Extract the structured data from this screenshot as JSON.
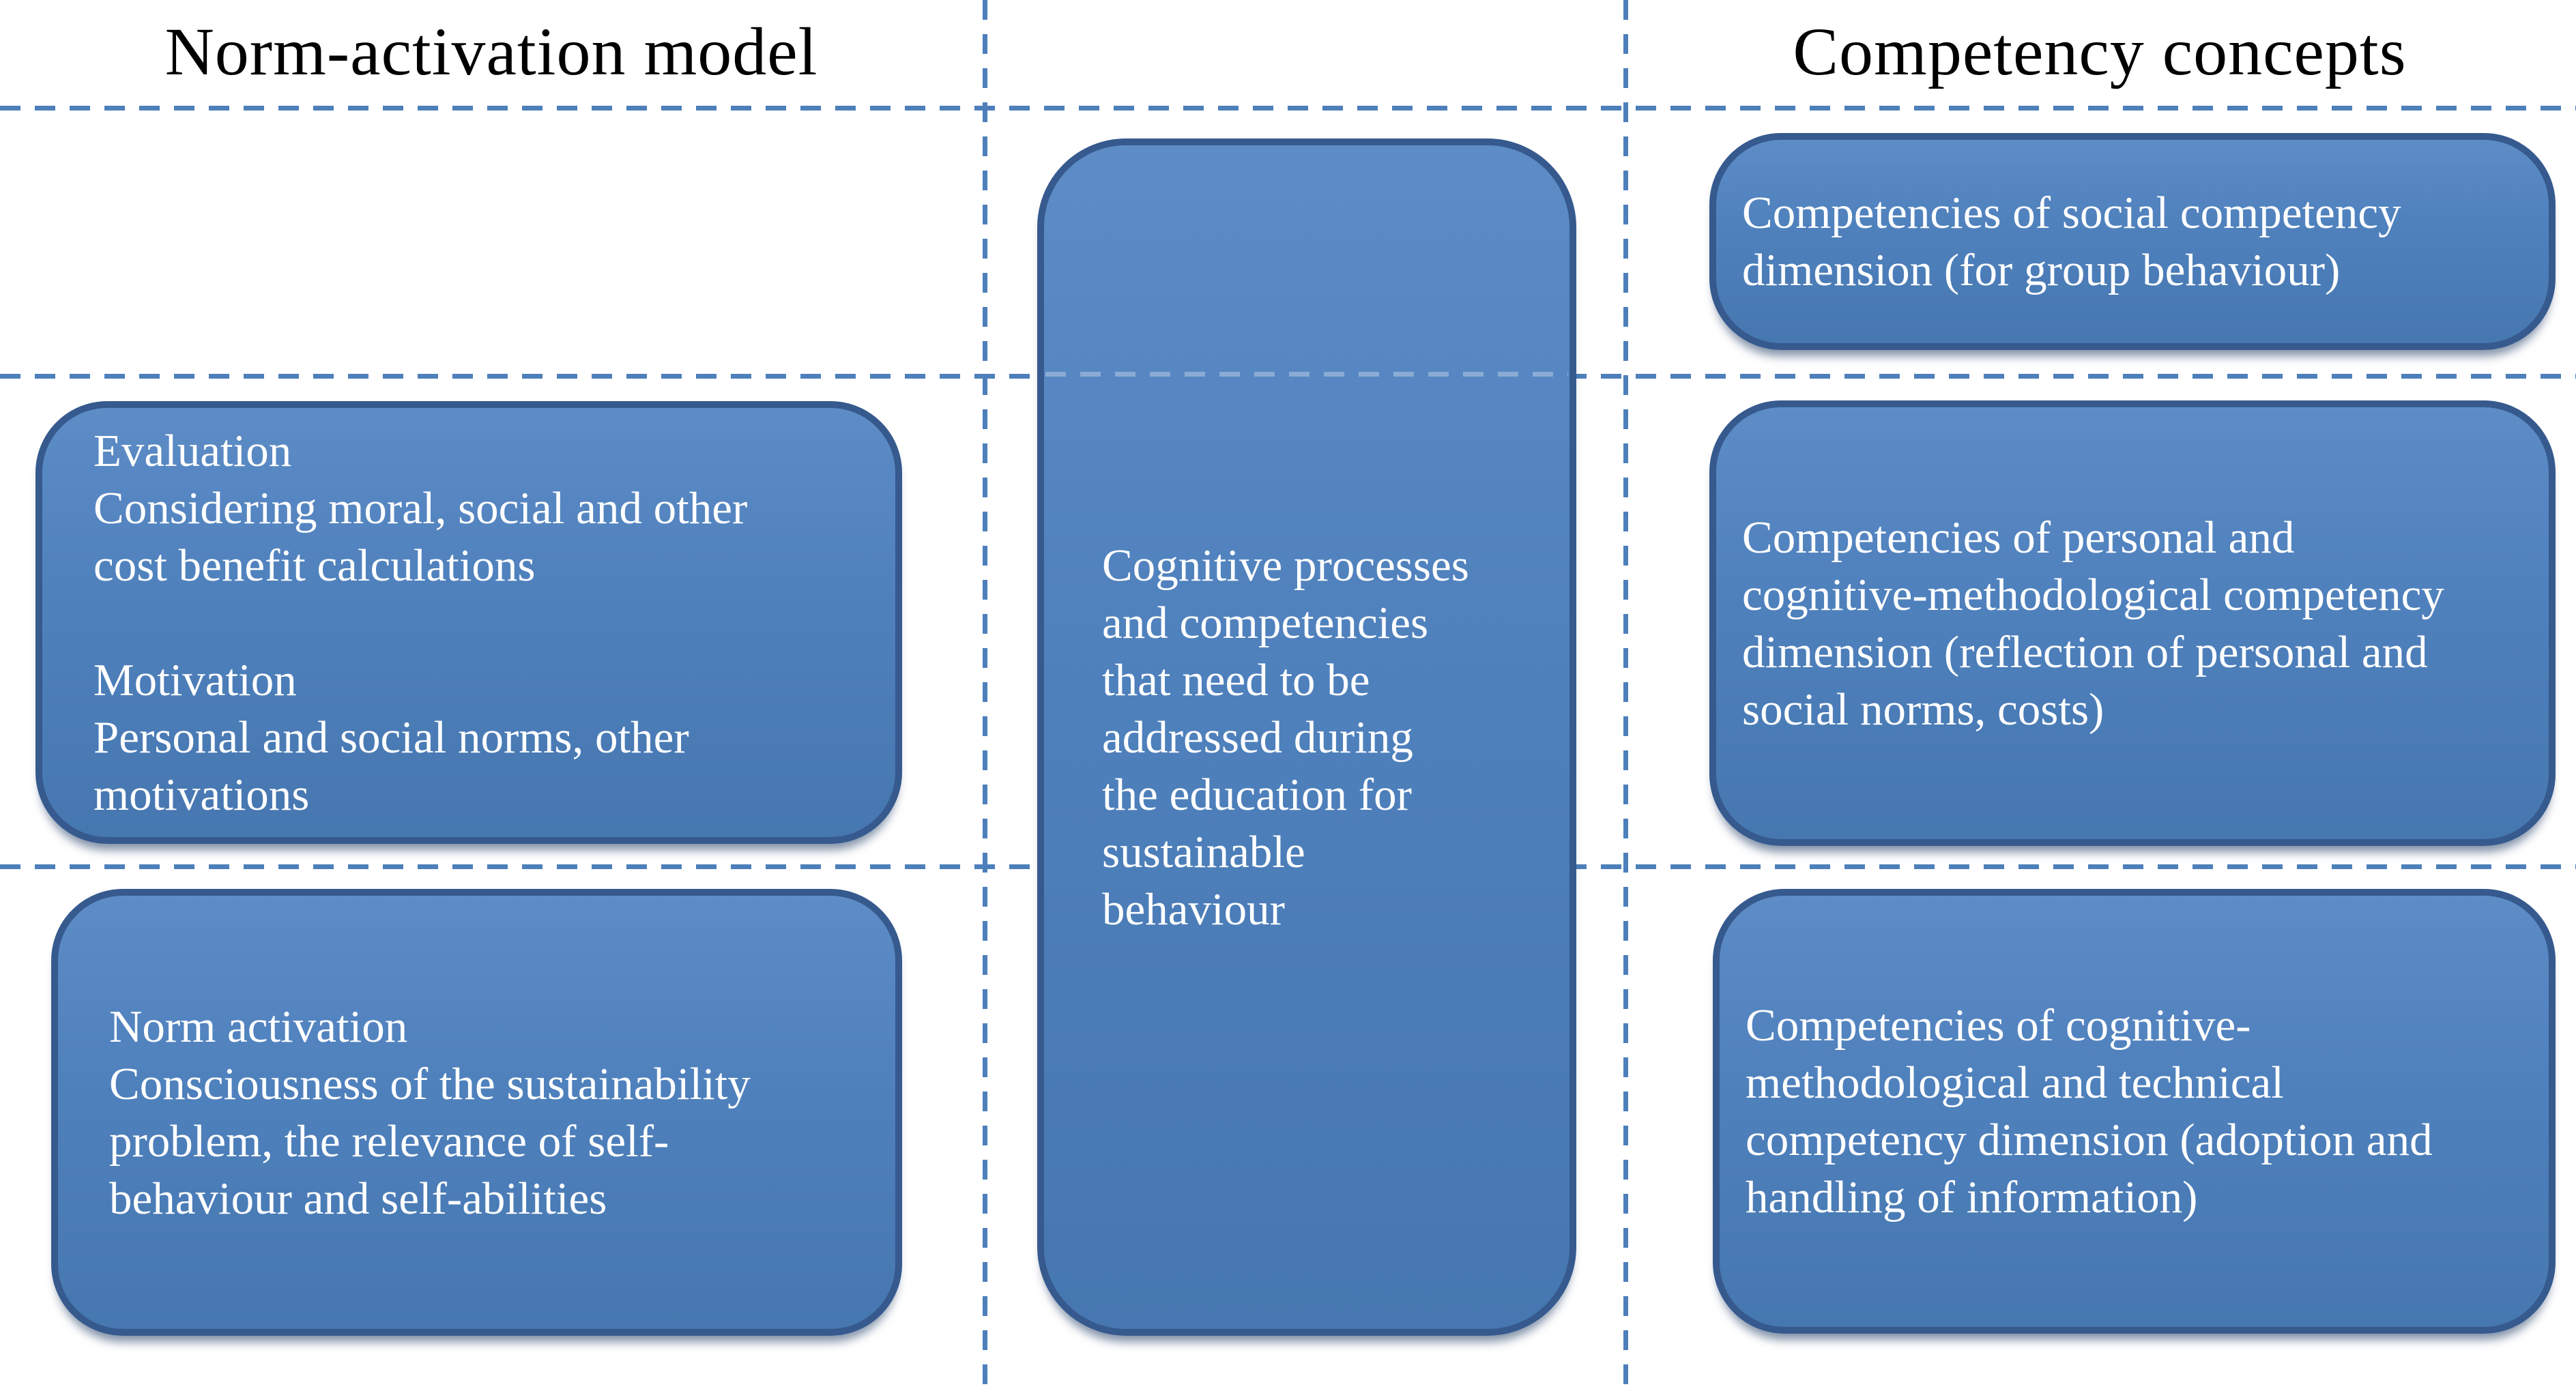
{
  "titles": {
    "left": "Norm-activation model",
    "right": "Competency concepts"
  },
  "boxes": {
    "top_right": {
      "text": "Competencies of social competency\ndimension (for group behaviour)"
    },
    "mid_left": {
      "text": "Evaluation\nConsidering moral, social and other\ncost benefit calculations\n\nMotivation\nPersonal and social norms, other\nmotivations"
    },
    "center": {
      "text": "Cognitive processes\nand competencies\nthat need to be\naddressed during\nthe education for\nsustainable\nbehaviour"
    },
    "mid_right": {
      "text": "Competencies of personal and\ncognitive-methodological competency\ndimension (reflection of personal and\nsocial norms, costs)"
    },
    "bottom_left": {
      "text": "Norm activation\nConsciousness of the sustainability\nproblem, the relevance of self-\nbehaviour and self-abilities"
    },
    "bottom_right": {
      "text": "Competencies of cognitive-\nmethodological and technical\ncompetency dimension (adoption and\nhandling of information)"
    }
  },
  "colors": {
    "page_bg": "#ffffff",
    "box_fill": "#4f81bd",
    "box_fill_top": "#5d8cc6",
    "box_fill_bottom": "#4677b0",
    "box_border": "#365a8e",
    "dash_line": "#4d7fba",
    "overlay_dash": "#ffffff4d",
    "title_text": "#000000",
    "box_text": "#ffffff"
  }
}
